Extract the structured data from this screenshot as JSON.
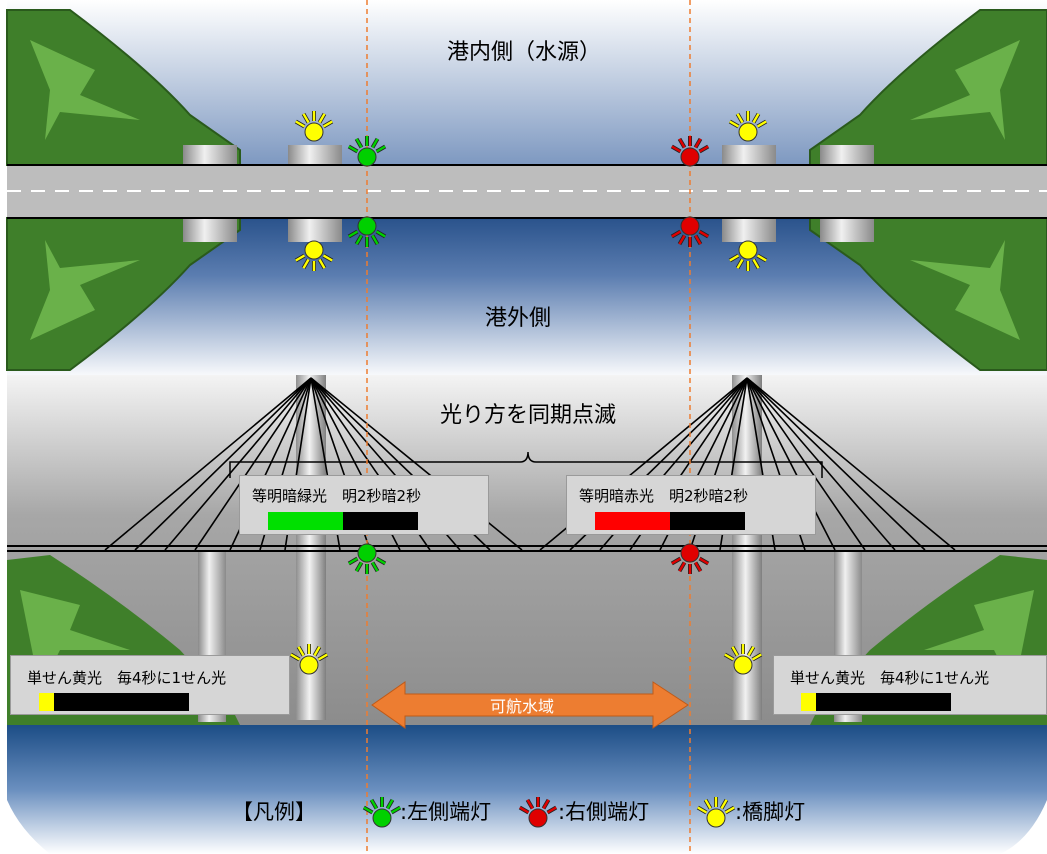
{
  "top": {
    "harbor_inner": "港内側（水源）",
    "harbor_outer": "港外側"
  },
  "bottom": {
    "sync_caption": "光り方を同期点滅",
    "left_panel": {
      "label": "等明暗緑光　明2秒暗2秒",
      "fill_color": "#00e000",
      "fill_fraction": 0.5
    },
    "right_panel": {
      "label": "等明暗赤光　明2秒暗2秒",
      "fill_color": "#ff0000",
      "fill_fraction": 0.5
    },
    "pier_left": {
      "label": "単せん黄光　毎4秒に1せん光",
      "fill_color": "#ffff00",
      "fill_fraction": 0.1
    },
    "pier_right": {
      "label": "単せん黄光　毎4秒に1せん光",
      "fill_color": "#ffff00",
      "fill_fraction": 0.1
    },
    "navigable_label": "可航水域"
  },
  "legend": {
    "title": "【凡例】",
    "items": [
      {
        "label": ":左側端灯",
        "icon": "green-light-icon",
        "color": "#00d000"
      },
      {
        "label": ":右側端灯",
        "icon": "red-light-icon",
        "color": "#e00000"
      },
      {
        "label": ":橋脚灯",
        "icon": "yellow-light-icon",
        "color": "#ffff00"
      }
    ]
  },
  "colors": {
    "green": "#00d000",
    "red": "#e00000",
    "yellow": "#ffff00",
    "arrow": "#ed7d31",
    "guide": "#ed7d31"
  }
}
